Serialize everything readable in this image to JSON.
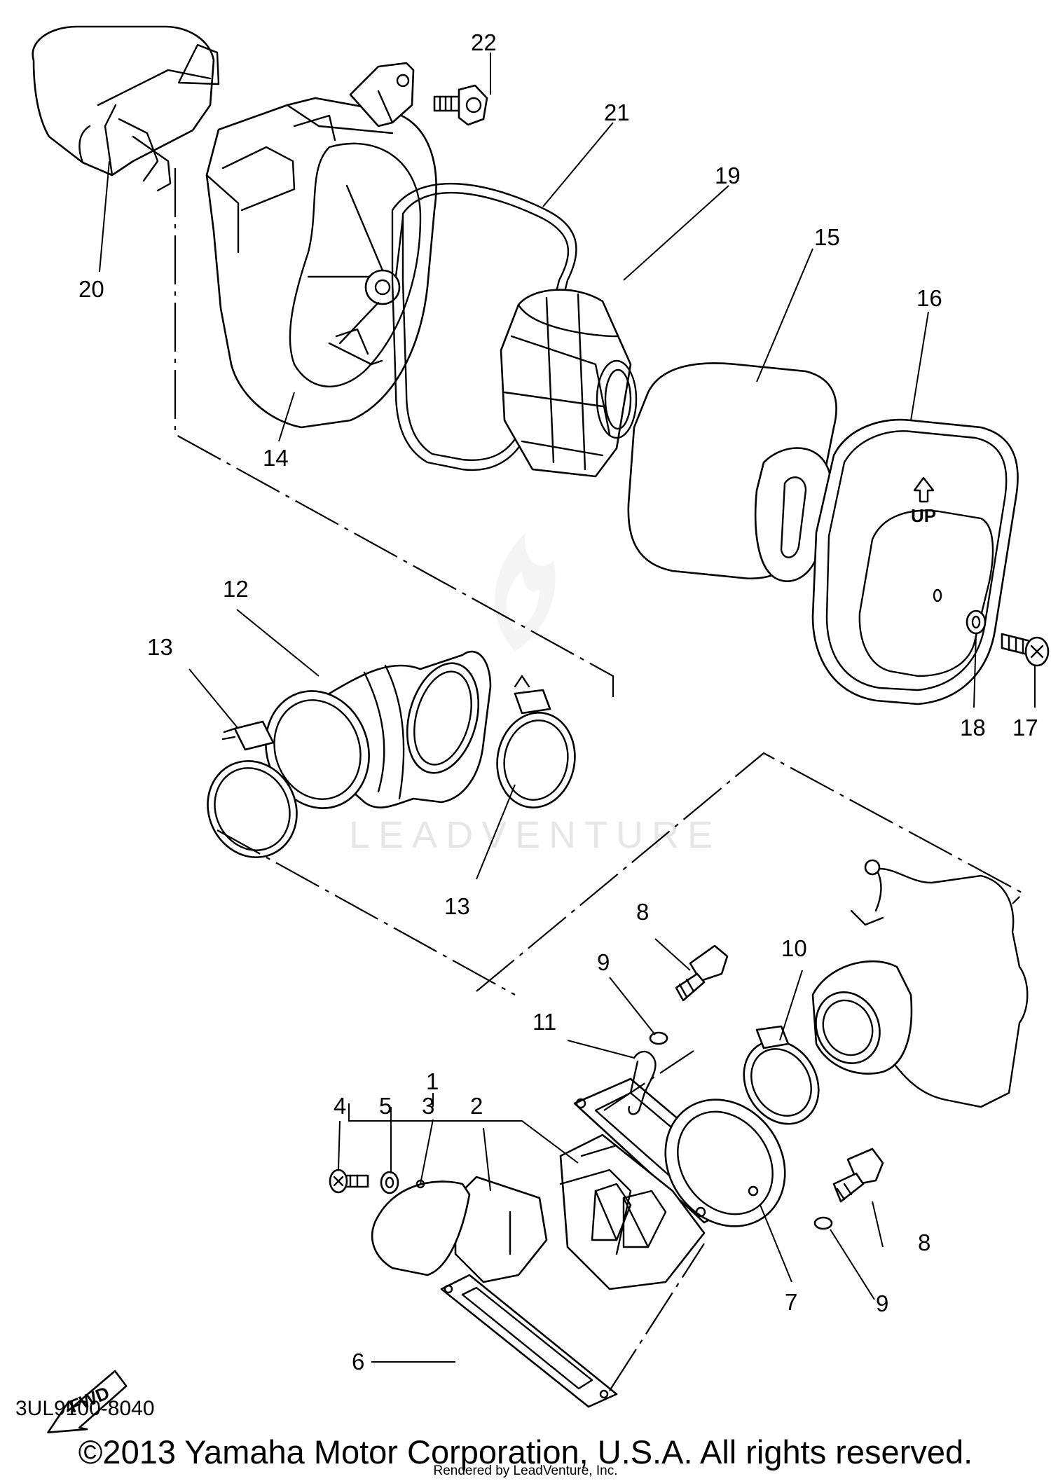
{
  "diagram": {
    "part_code": "3UL9100-8040",
    "fwd_label": "FWD",
    "up_label": "UP",
    "watermark": "LEADVENTURE",
    "callouts": {
      "c1": "1",
      "c2": "2",
      "c3": "3",
      "c4": "4",
      "c5": "5",
      "c6": "6",
      "c7": "7",
      "c8a": "8",
      "c8b": "8",
      "c9a": "9",
      "c9b": "9",
      "c10": "10",
      "c11": "11",
      "c12": "12",
      "c13a": "13",
      "c13b": "13",
      "c14": "14",
      "c15": "15",
      "c16": "16",
      "c17": "17",
      "c18": "18",
      "c19": "19",
      "c20": "20",
      "c21": "21",
      "c22": "22"
    }
  },
  "footer": {
    "copyright": "©2013 Yamaha Motor Corporation, U.S.A. All rights reserved.",
    "rendered_by": "Rendered by LeadVenture, Inc."
  }
}
